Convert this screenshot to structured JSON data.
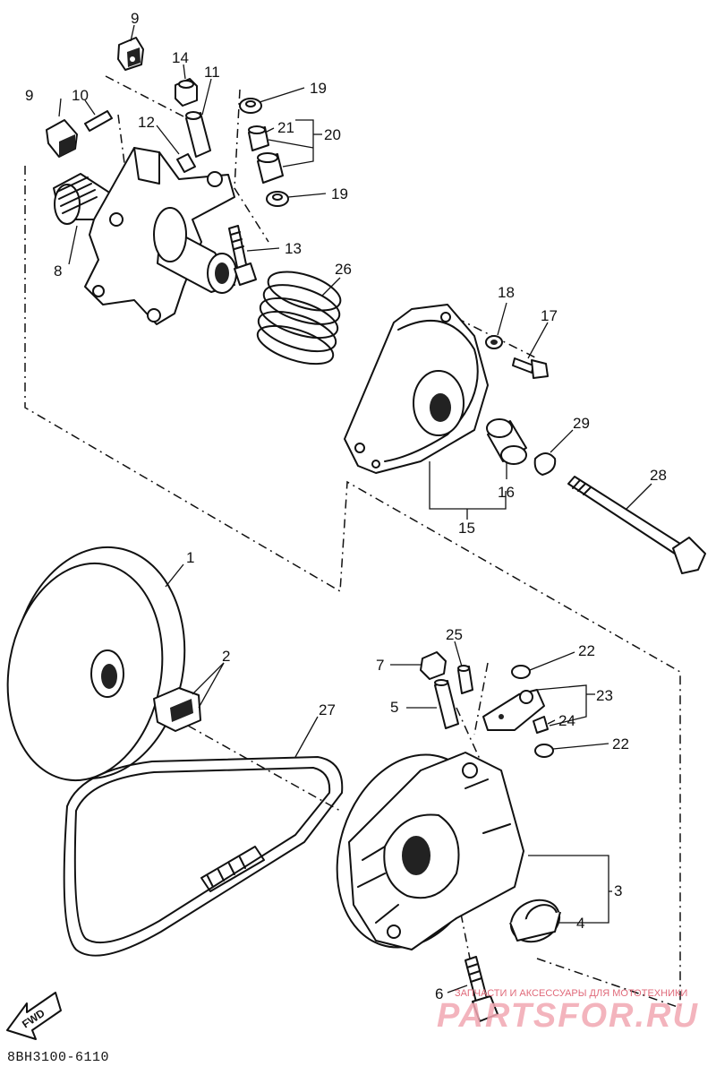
{
  "callouts": [
    "1",
    "2",
    "3",
    "4",
    "5",
    "6",
    "7",
    "8",
    "9",
    "9",
    "10",
    "11",
    "12",
    "13",
    "14",
    "15",
    "16",
    "17",
    "18",
    "19",
    "19",
    "20",
    "21",
    "22",
    "22",
    "23",
    "24",
    "25",
    "26",
    "27",
    "28",
    "29"
  ],
  "fwd_label": "FWD",
  "footer_code": "8BH3100-6110",
  "watermark": {
    "tagline": "ЗАПЧАСТИ И АКСЕССУАРЫ ДЛЯ МОТОТЕХНИКИ",
    "logo": "PARTSFOR.RU"
  }
}
